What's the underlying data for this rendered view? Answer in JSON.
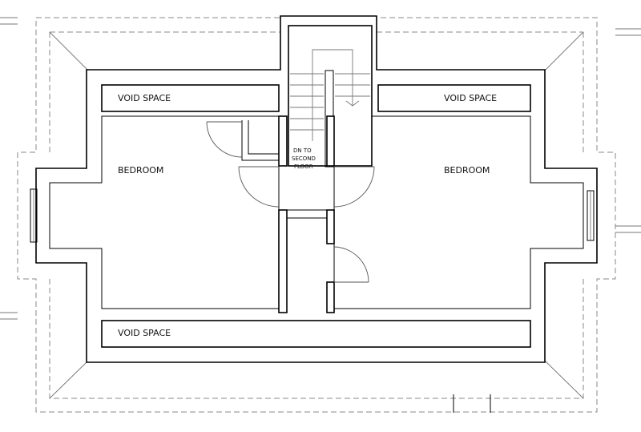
{
  "plan": {
    "title": "",
    "rooms": {
      "void_top_left": "VOID SPACE",
      "void_top_right": "VOID SPACE",
      "void_bottom": "VOID SPACE",
      "bedroom_left": "BEDROOM",
      "bedroom_right": "BEDROOM"
    },
    "stair_note": [
      "DN TO",
      "SECOND",
      "FLOOR"
    ]
  }
}
